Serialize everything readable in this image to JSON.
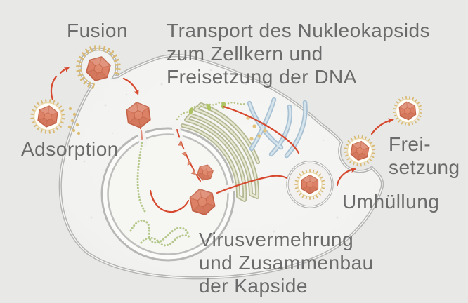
{
  "background": "#e8e8e6",
  "labels": {
    "fusion": "Fusion",
    "adsorption": "Adsorption",
    "transport": [
      "Transport des Nukleokapsids",
      "zum Zellkern und",
      "Freisetzung der DNA"
    ],
    "freisetzung": [
      "Frei-",
      "setzung"
    ],
    "umhuellung": "Umhüllung",
    "replication": [
      "Virusvermehrung",
      "und Zusammenbau",
      "der Kapside"
    ]
  },
  "colors": {
    "membrane": "#b4b4b2",
    "cytoplasm": "#f2f2f0",
    "nucleus_fill": "#f6f6f3",
    "capsid": "#dc8166",
    "envelope_spikes": "#d8ba74",
    "er": "#b4b792",
    "golgi": "#a8c1d3",
    "arrow": "#d6492e",
    "dna_thread": "#b5c88b",
    "label_text": "#6b6b6b"
  },
  "diagram": {
    "type": "viral replication cycle in a host cell",
    "stages": [
      {
        "name": "Adsorption",
        "icon": "enveloped-virion-icon"
      },
      {
        "name": "Fusion",
        "icon": "membrane-fusion-icon"
      },
      {
        "name": "Transport des Nukleokapsids zum Zellkern und Freisetzung der DNA",
        "icon": "capsid-icon"
      },
      {
        "name": "Virusvermehrung und Zusammenbau der Kapside",
        "icon": "nucleus-icon"
      },
      {
        "name": "Umhüllung",
        "icon": "vesicle-icon"
      },
      {
        "name": "Freisetzung",
        "icon": "budding-virion-icon"
      }
    ]
  }
}
